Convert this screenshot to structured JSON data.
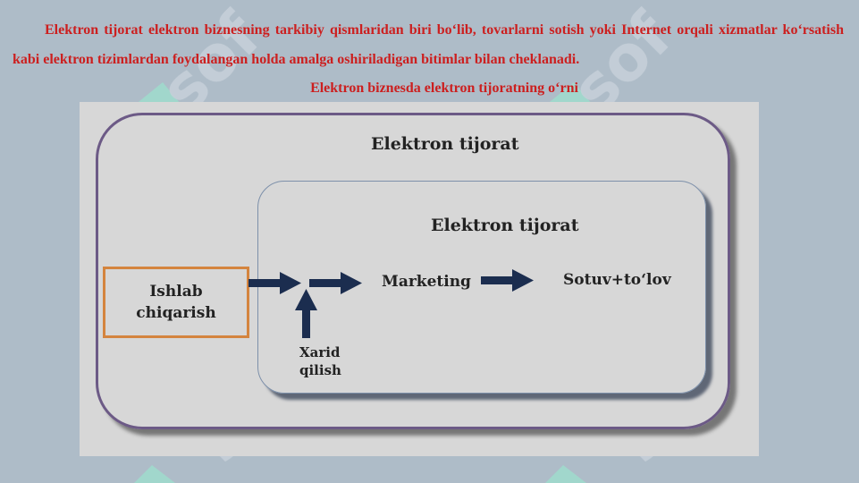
{
  "paragraph": "Elektron tijorat elektron biznesning tarkibiy qismlaridan biri bo‘lib, tovarlarni sotish yoki Internet orqali xizmatlar ko‘rsatish kabi elektron tizimlardan foydalangan holda amalga oshiriladigan bitimlar bilan cheklanadi.",
  "caption": "Elektron biznesda elektron tijoratning o‘rni",
  "diagram": {
    "outer_title": "Elektron tijorat",
    "inner_title": "Elektron tijorat",
    "production": {
      "line1": "Ishlab",
      "line2": "chiqarish"
    },
    "marketing": "Marketing",
    "sale": "Sotuv+to‘lov",
    "purchase": {
      "line1": "Xarid",
      "line2": "qilish"
    }
  },
  "colors": {
    "text_red": "#cc1f1f",
    "outer_border": "#6c5a86",
    "production_border": "#d4843e",
    "arrow": "#1b2d4f"
  }
}
